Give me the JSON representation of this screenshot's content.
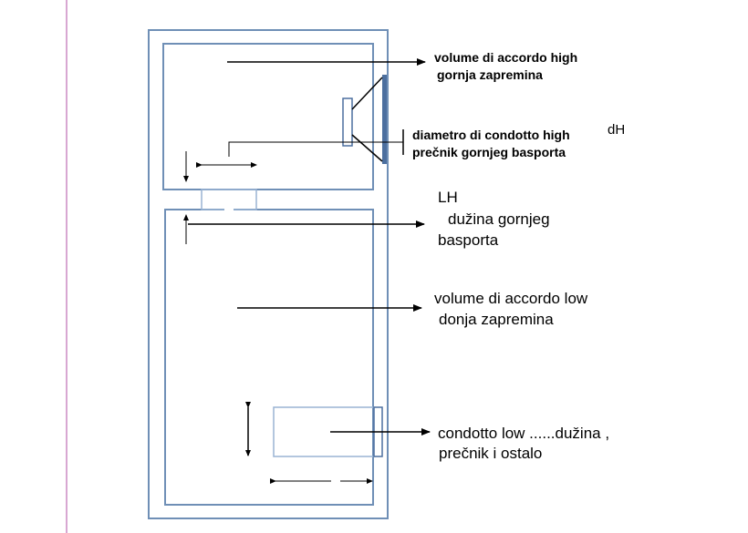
{
  "labels": {
    "upper_volume_line1": "volume di accordo high",
    "upper_volume_line2": "gornja zapremina",
    "upper_port_diameter_line1": "diametro di condotto high",
    "upper_port_diameter_line2": "prečnik gornjeg basporta",
    "dh": "dH",
    "lh": "LH",
    "upper_port_length_line1": "dužina gornjeg",
    "upper_port_length_line2": "basporta",
    "lower_volume_line1": "volume di accordo low",
    "lower_volume_line2": "donja zapremina",
    "lower_port_line1": "condotto low ......dužina ,",
    "lower_port_line2": "prečnik i ostalo"
  },
  "colors": {
    "enclosure": "#6f8fb6",
    "port": "#9ab4d4",
    "driver": "#4c6f9f",
    "margin_line": "#b24fa6",
    "arrow": "#000000"
  }
}
